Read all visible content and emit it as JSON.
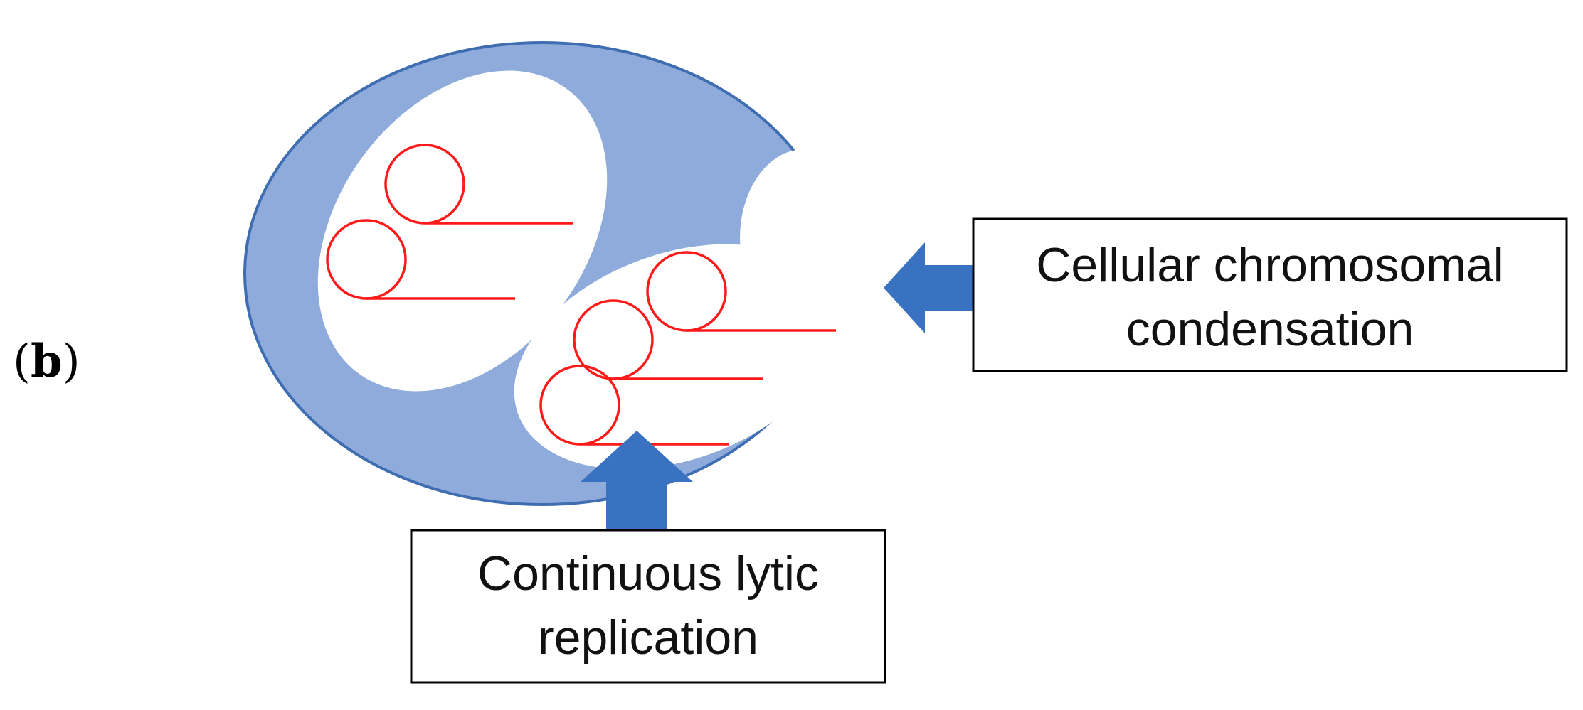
{
  "panel_label": {
    "open": "(",
    "letter": "b",
    "close": ")"
  },
  "callouts": {
    "right": {
      "lines": [
        "Cellular chromosomal",
        "condensation"
      ]
    },
    "bottom": {
      "lines": [
        "Continuous lytic",
        "replication"
      ]
    }
  },
  "colors": {
    "cell_fill": "#8eabdc",
    "cell_outline": "#3f6db2",
    "nucleus_fill": "#ffffff",
    "genome": "#ff1a1a",
    "arrow": "#3a72c2"
  }
}
